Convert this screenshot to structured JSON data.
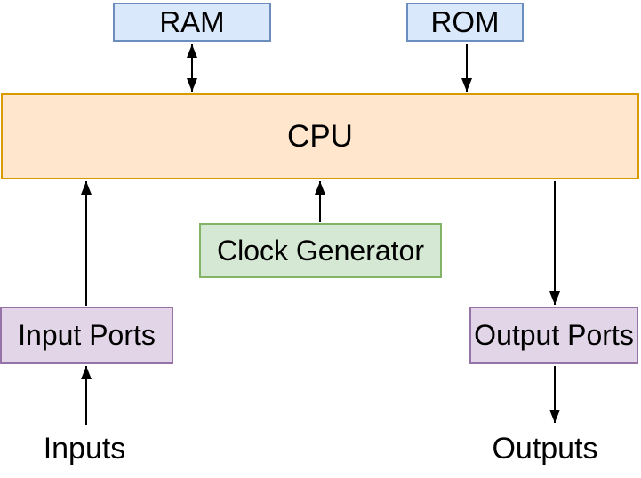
{
  "diagram": {
    "type": "block-diagram",
    "subject": "Basic computer architecture: CPU with memory, clock and I/O ports",
    "background_color": "#ffffff",
    "nodes": {
      "ram": {
        "label": "RAM",
        "fill": "#dae8fc",
        "stroke": "#6c8ebf"
      },
      "rom": {
        "label": "ROM",
        "fill": "#dae8fc",
        "stroke": "#6c8ebf"
      },
      "cpu": {
        "label": "CPU",
        "fill": "#ffe6cc",
        "stroke": "#d79b00"
      },
      "clock": {
        "label": "Clock Generator",
        "fill": "#d5e8d4",
        "stroke": "#82b366"
      },
      "input_ports": {
        "label": "Input Ports",
        "fill": "#e1d5e7",
        "stroke": "#9673a6"
      },
      "output_ports": {
        "label": "Output Ports",
        "fill": "#e1d5e7",
        "stroke": "#9673a6"
      }
    },
    "annotations": {
      "inputs": {
        "label": "Inputs"
      },
      "outputs": {
        "label": "Outputs"
      }
    },
    "edges": [
      {
        "from": "ram",
        "to": "cpu",
        "direction": "bidirectional"
      },
      {
        "from": "rom",
        "to": "cpu",
        "direction": "one-way"
      },
      {
        "from": "clock",
        "to": "cpu",
        "direction": "one-way"
      },
      {
        "from": "input_ports",
        "to": "cpu",
        "direction": "one-way"
      },
      {
        "from": "inputs",
        "to": "input_ports",
        "direction": "one-way"
      },
      {
        "from": "cpu",
        "to": "output_ports",
        "direction": "one-way"
      },
      {
        "from": "output_ports",
        "to": "outputs",
        "direction": "one-way"
      }
    ],
    "arrow_color": "#000000",
    "text_color": "#000000"
  }
}
